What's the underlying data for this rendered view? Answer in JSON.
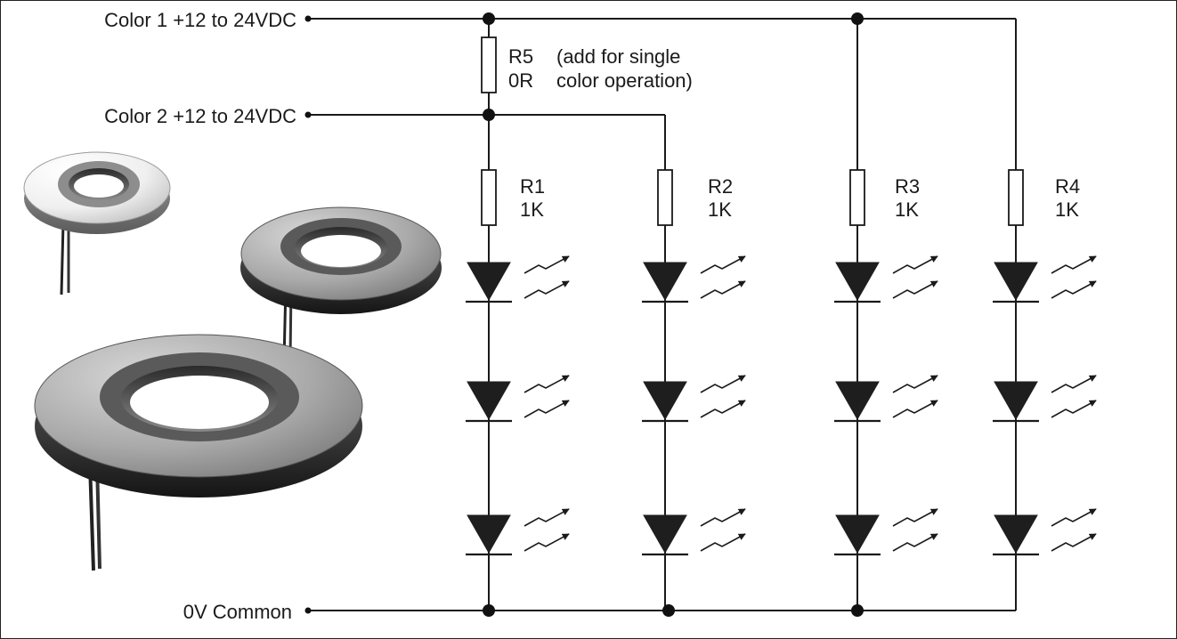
{
  "inputs": {
    "color1": "Color 1 +12 to 24VDC",
    "color2": "Color 2 +12 to 24VDC",
    "common": "0V Common"
  },
  "r5": {
    "name": "R5",
    "value": "0R",
    "note_line1": "(add for single",
    "note_line2": "color operation)"
  },
  "resistors": [
    {
      "name": "R1",
      "value": "1K"
    },
    {
      "name": "R2",
      "value": "1K"
    },
    {
      "name": "R3",
      "value": "1K"
    },
    {
      "name": "R4",
      "value": "1K"
    }
  ],
  "led_rows": 3,
  "products": [
    {
      "name": "small-ring-light",
      "style": "white-lens"
    },
    {
      "name": "medium-ring-light",
      "style": "dark-lens"
    },
    {
      "name": "large-ring-light",
      "style": "dark-lens"
    }
  ],
  "colors": {
    "wire": "#1a1a1a",
    "led_fill": "#1e1e1e"
  }
}
